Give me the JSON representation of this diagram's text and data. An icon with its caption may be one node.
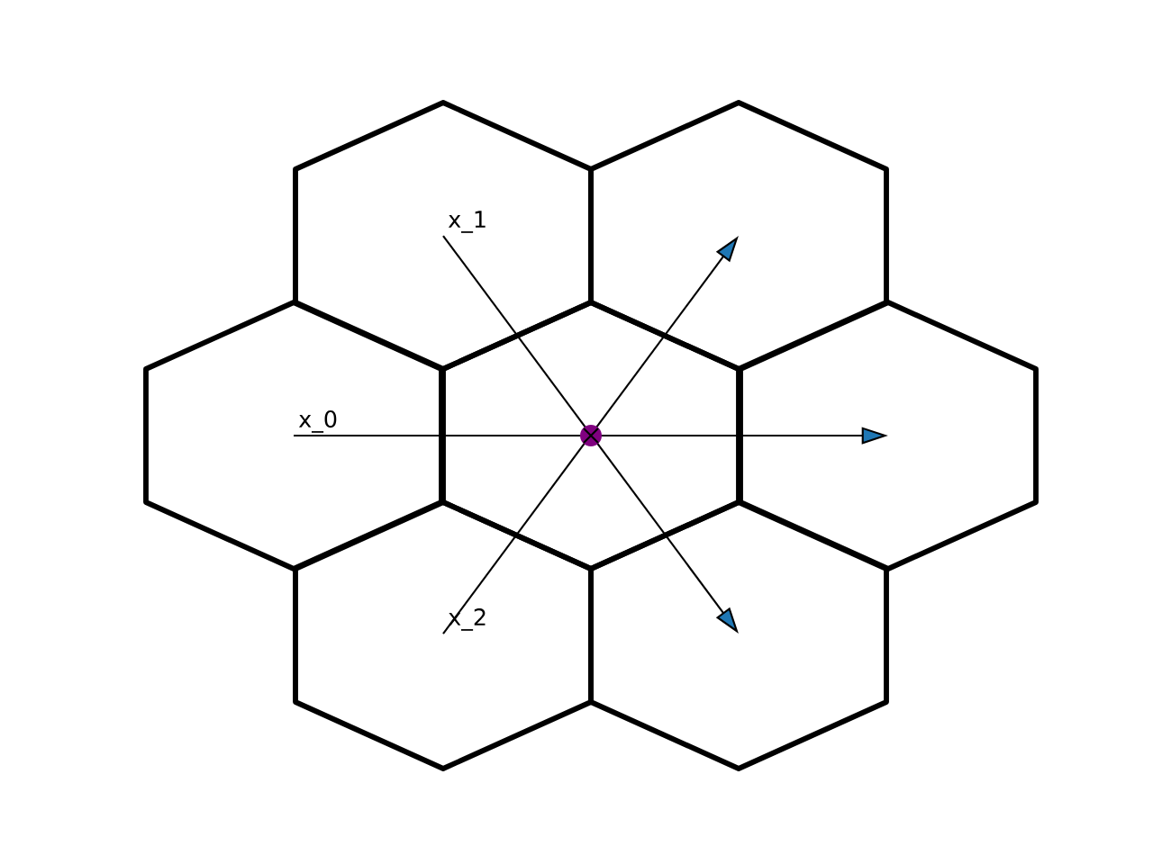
{
  "diagram": {
    "labels": [
      "x_1",
      "x_0",
      "x_2"
    ]
  }
}
